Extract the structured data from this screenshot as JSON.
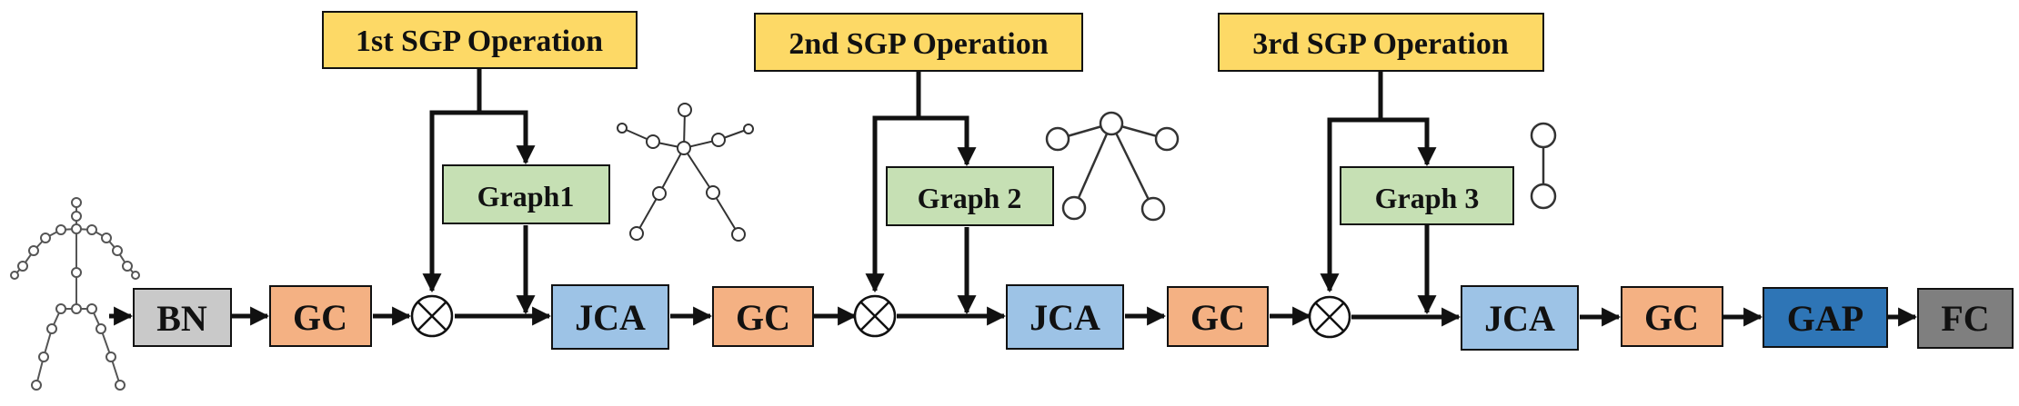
{
  "diagram": {
    "sgp_operations": [
      {
        "label": "1st SGP Operation"
      },
      {
        "label": "2nd SGP Operation"
      },
      {
        "label": "3rd SGP Operation"
      }
    ],
    "graphs": [
      {
        "label": "Graph1"
      },
      {
        "label": "Graph 2"
      },
      {
        "label": "Graph 3"
      }
    ],
    "pipeline": [
      {
        "label": "BN",
        "kind": "batch-norm"
      },
      {
        "label": "GC",
        "kind": "graph-conv"
      },
      {
        "label": "JCA",
        "kind": "joint-channel-attention"
      },
      {
        "label": "GC",
        "kind": "graph-conv"
      },
      {
        "label": "JCA",
        "kind": "joint-channel-attention"
      },
      {
        "label": "GC",
        "kind": "graph-conv"
      },
      {
        "label": "JCA",
        "kind": "joint-channel-attention"
      },
      {
        "label": "GC",
        "kind": "graph-conv"
      },
      {
        "label": "GAP",
        "kind": "global-average-pooling"
      },
      {
        "label": "FC",
        "kind": "fully-connected"
      }
    ],
    "operator_symbol": "multiply-circle-icon",
    "colors": {
      "sgp_fill": "#FDD966",
      "graph_fill": "#C6E0B4",
      "bn_fill": "#C9C9C9",
      "gc_fill": "#F4B183",
      "jca_fill": "#9DC3E6",
      "gap_fill": "#2E75B6",
      "fc_fill": "#7F7F7F",
      "stroke": "#111111"
    }
  }
}
